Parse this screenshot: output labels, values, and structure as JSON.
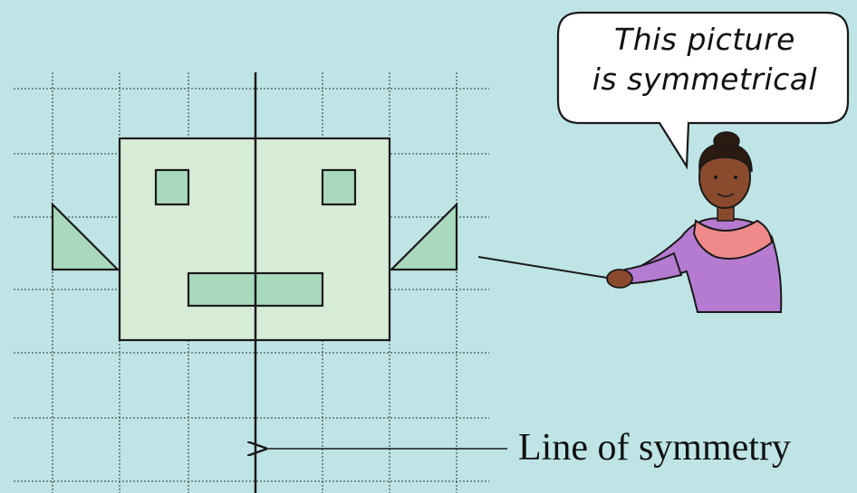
{
  "speech_bubble": {
    "line1": "This picture",
    "line2": "is symmetrical"
  },
  "label": {
    "line_of_symmetry": "Line of symmetry"
  },
  "colors": {
    "background": "#bfe4e6",
    "face_fill": "#d7ecd7",
    "feature_fill": "#a8d9bd",
    "outline": "#1a1a1a",
    "dress": "#b57bd1",
    "scarf": "#f08a8a",
    "skin": "#8a4a2e",
    "hair": "#2b1a12"
  }
}
